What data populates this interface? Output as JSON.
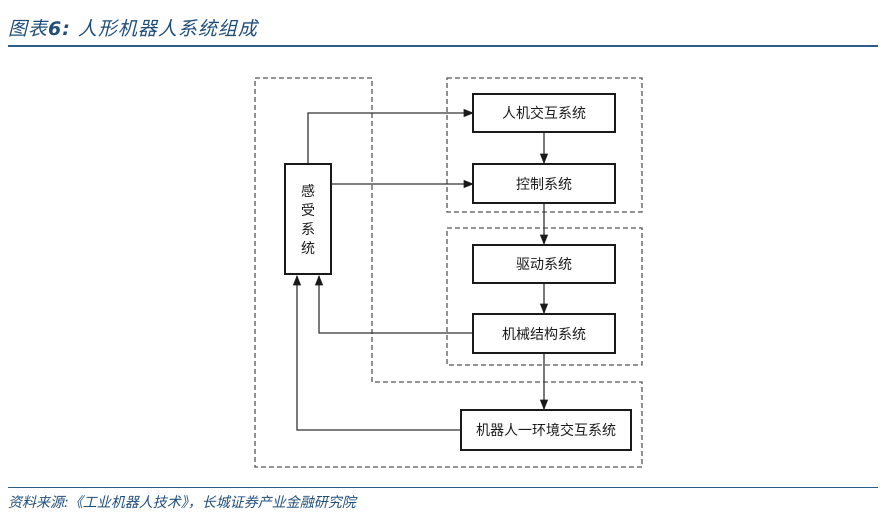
{
  "header": {
    "figure_label": "图表",
    "figure_number": "6:",
    "figure_title": "人形机器人系统组成"
  },
  "diagram": {
    "nodes": {
      "hmi": "人机交互系统",
      "control": "控制系统",
      "drive": "驱动系统",
      "mechanical": "机械结构系统",
      "robot_env": "机器人一环境交互系统",
      "sensing": [
        "感",
        "受",
        "系",
        "统"
      ]
    }
  },
  "footer": {
    "source": "资料来源:《工业机器人技术》，长城证券产业金融研究院"
  }
}
